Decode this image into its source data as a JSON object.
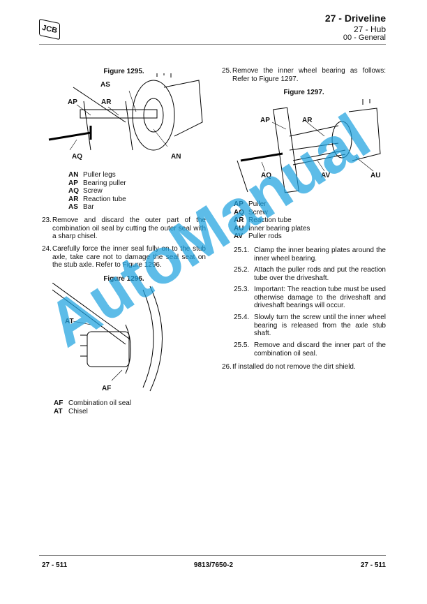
{
  "header": {
    "logo": "JCB",
    "section": "27 - Driveline",
    "subsection": "27 - Hub",
    "topic": "00 - General"
  },
  "left": {
    "fig1295": {
      "title": "Figure 1295.",
      "labels": [
        "AS",
        "AP",
        "AR",
        "AQ",
        "AN"
      ],
      "legend": [
        {
          "k": "AN",
          "v": "Puller legs"
        },
        {
          "k": "AP",
          "v": "Bearing puller"
        },
        {
          "k": "AQ",
          "v": "Screw"
        },
        {
          "k": "AR",
          "v": "Reaction tube"
        },
        {
          "k": "AS",
          "v": "Bar"
        }
      ]
    },
    "step23": {
      "n": "23.",
      "t": "Remove and discard the outer part of the combination oil seal by cutting the outer seal with a sharp chisel."
    },
    "step24": {
      "n": "24.",
      "t": "Carefully force the inner seal fully on to the stub axle, take care not to damage the seal seat on the stub axle. Refer to Figure 1296."
    },
    "fig1296": {
      "title": "Figure 1296.",
      "labels": [
        "AT",
        "AF"
      ],
      "legend": [
        {
          "k": "AF",
          "v": "Combination oil seal"
        },
        {
          "k": "AT",
          "v": "Chisel"
        }
      ]
    }
  },
  "right": {
    "step25": {
      "n": "25.",
      "t": "Remove the inner wheel bearing as follows: Refer to Figure 1297."
    },
    "fig1297": {
      "title": "Figure 1297.",
      "labels": [
        "AP",
        "AR",
        "AQ",
        "AV",
        "AU"
      ],
      "legend": [
        {
          "k": "AP",
          "v": "Puller"
        },
        {
          "k": "AQ",
          "v": "Screw"
        },
        {
          "k": "AR",
          "v": "Reaction tube"
        },
        {
          "k": "AU",
          "v": "Inner bearing plates"
        },
        {
          "k": "AV",
          "v": "Puller rods"
        }
      ]
    },
    "substeps": [
      {
        "n": "25.1.",
        "t": "Clamp the inner bearing plates around the inner wheel bearing."
      },
      {
        "n": "25.2.",
        "t": "Attach the puller rods and put the reaction tube over the driveshaft."
      },
      {
        "n": "25.3.",
        "t": "Important: The reaction tube must be used otherwise damage to the driveshaft and driveshaft bearings will occur."
      },
      {
        "n": "25.4.",
        "t": "Slowly turn the screw until the inner wheel bearing is released from the axle stub shaft."
      },
      {
        "n": "25.5.",
        "t": "Remove and discard the inner part of the combination oil seal."
      }
    ],
    "step26": {
      "n": "26.",
      "t": "If installed do not remove the dirt shield."
    }
  },
  "watermark": "AutoManual",
  "footer": {
    "left": "27 - 511",
    "center": "9813/7650-2",
    "right": "27 - 511"
  }
}
